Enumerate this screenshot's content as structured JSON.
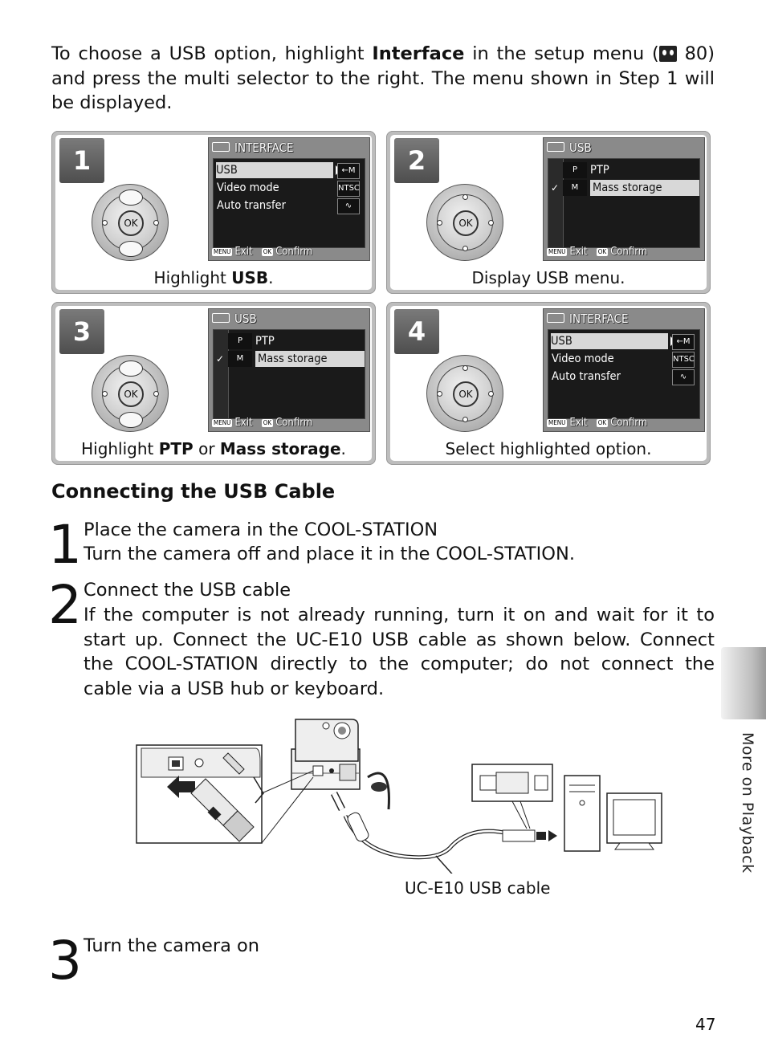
{
  "intro": {
    "p1": "To choose a USB option, highlight ",
    "bold": "Interface",
    "p2": " in the setup menu (",
    "p3": " 80) and press the multi selector to the right.  The menu shown in Step 1 will be displayed."
  },
  "panels": [
    {
      "num": "1",
      "caption_a": "Highlight ",
      "caption_b": "USB",
      "caption_c": ".",
      "lcd_title": "INTERFACE"
    },
    {
      "num": "2",
      "caption_a": "Display USB menu.",
      "caption_b": "",
      "caption_c": "",
      "lcd_title": "USB"
    },
    {
      "num": "3",
      "caption_a": "Highlight ",
      "caption_b": "PTP",
      "caption_c": " or ",
      "caption_d": "Mass storage",
      "caption_e": ".",
      "lcd_title": "USB"
    },
    {
      "num": "4",
      "caption_a": "Select highlighted option.",
      "caption_b": "",
      "caption_c": "",
      "lcd_title": "INTERFACE"
    }
  ],
  "lcd": {
    "interface_items": [
      "USB",
      "Video mode",
      "Auto transfer"
    ],
    "interface_icons": [
      "←M",
      "NTSC",
      "∿"
    ],
    "usb_items": [
      "PTP",
      "Mass storage"
    ],
    "usb_icons": [
      "P",
      "M"
    ],
    "check": "✓",
    "exit": "Exit",
    "confirm": "Confirm",
    "menu_tag": "MENU",
    "ok_tag": "OK",
    "ok_label": "OK"
  },
  "section": {
    "heading": "Connecting the USB Cable"
  },
  "steps": [
    {
      "num": "1",
      "title": "Place the camera in the COOL-STATION",
      "body": "Turn the camera off and place it in the COOL-STATION."
    },
    {
      "num": "2",
      "title": "Connect the USB cable",
      "body": "If the computer is not already running, turn it on and wait for it to start up.  Connect the UC-E10 USB cable as shown below.  Connect the COOL-STATION directly to the computer; do not connect the cable via a USB hub or keyboard."
    },
    {
      "num": "3",
      "title": "Turn the camera on",
      "body": ""
    }
  ],
  "figure": {
    "cable_caption": "UC-E10 USB cable"
  },
  "side_label": "More on Playback",
  "page_number": "47"
}
